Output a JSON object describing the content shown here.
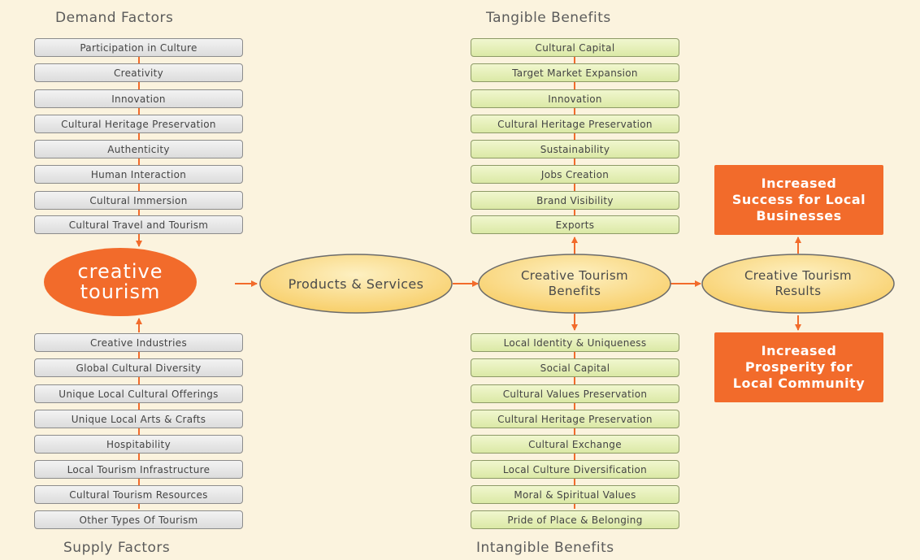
{
  "headings": {
    "demand": "Demand Factors",
    "supply": "Supply Factors",
    "tangible": "Tangible Benefits",
    "intangible": "Intangible Benefits"
  },
  "demand_factors": [
    "Participation in Culture",
    "Creativity",
    "Innovation",
    "Cultural Heritage Preservation",
    "Authenticity",
    "Human Interaction",
    "Cultural Immersion",
    "Cultural Travel and Tourism"
  ],
  "supply_factors": [
    "Creative Industries",
    "Global Cultural Diversity",
    "Unique Local Cultural Offerings",
    "Unique Local Arts & Crafts",
    "Hospitability",
    "Local Tourism Infrastructure",
    "Cultural Tourism Resources",
    "Other Types Of Tourism"
  ],
  "tangible_benefits": [
    "Cultural Capital",
    "Target Market Expansion",
    "Innovation",
    "Cultural Heritage Preservation",
    "Sustainability",
    "Jobs Creation",
    "Brand Visibility",
    "Exports"
  ],
  "intangible_benefits": [
    "Local Identity & Uniqueness",
    "Social Capital",
    "Cultural Values Preservation",
    "Cultural Heritage Preservation",
    "Cultural Exchange",
    "Local Culture Diversification",
    "Moral & Spiritual Values",
    "Pride of Place & Belonging"
  ],
  "nodes": {
    "creative_tourism_line1": "creative",
    "creative_tourism_line2": "tourism",
    "products_services": "Products & Services",
    "benefits_line1": "Creative Tourism",
    "benefits_line2": "Benefits",
    "results_line1": "Creative Tourism",
    "results_line2": "Results"
  },
  "results": {
    "business_line1": "Increased",
    "business_line2": "Success for Local",
    "business_line3": "Businesses",
    "community_line1": "Increased",
    "community_line2": "Prosperity for",
    "community_line3": "Local Community"
  },
  "colors": {
    "accent": "#f26b2b",
    "oval_fill": "#fbd77a",
    "gray_box": "#dcdcdc",
    "green_box": "#dbe9a6",
    "background": "#fbf3de"
  }
}
